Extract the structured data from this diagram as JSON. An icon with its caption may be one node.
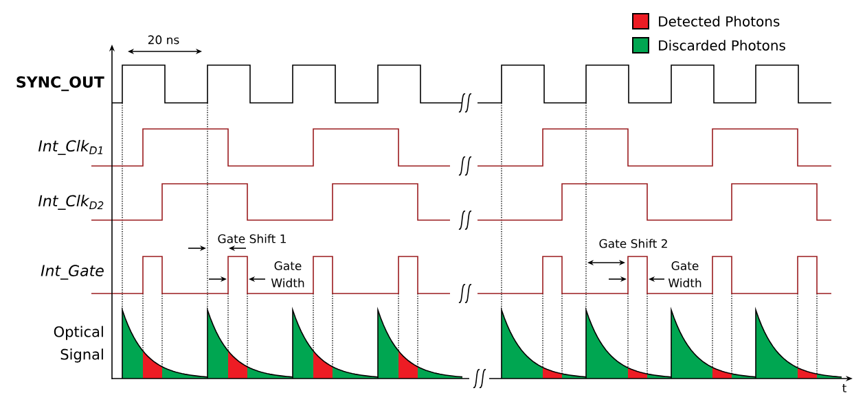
{
  "diagram": {
    "labels": [
      "SYNC_OUT",
      "Int_Clk$_{D1}$",
      "Int_Clk$_{D2}$",
      "Int_Gate",
      "Optical Signal",
      "20 ns",
      "Gate Shift 1",
      "Gate Width",
      "Gate Shift 2",
      "Gate Width",
      "t"
    ],
    "legend": [
      {
        "text": "Detected Photons",
        "color": "#ed1c24"
      },
      {
        "text": "Discarded Photons",
        "color": "#00a651"
      }
    ]
  }
}
